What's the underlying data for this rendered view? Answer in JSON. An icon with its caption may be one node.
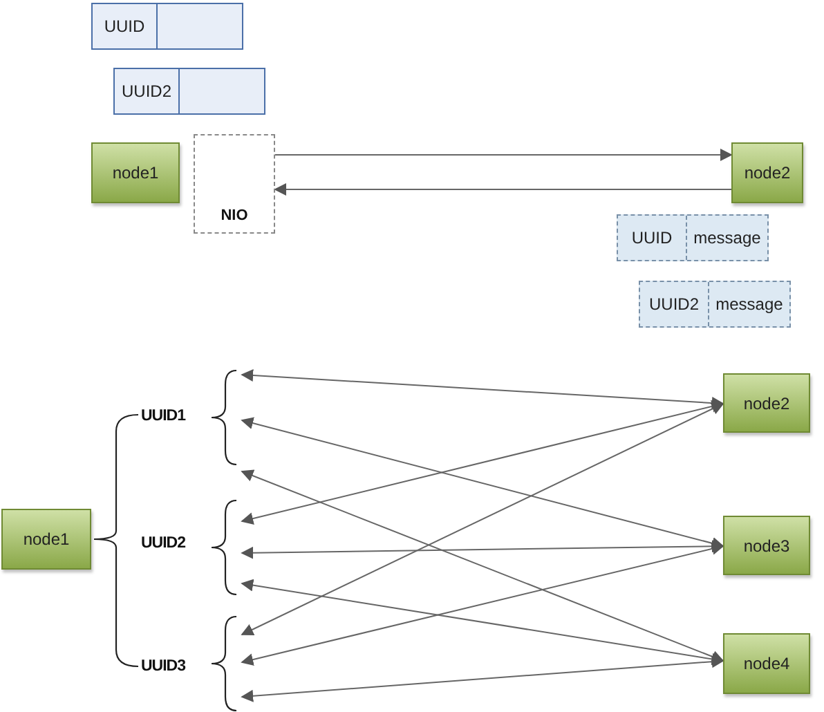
{
  "diagram": {
    "nodes": [
      {
        "text": [
          "UUID"
        ]
      },
      {
        "text": [
          "UUID2"
        ]
      },
      {
        "text": [
          "node1"
        ]
      },
      {
        "text": [
          "NIO"
        ]
      },
      {
        "text": [
          "node2"
        ]
      },
      {
        "text": [
          "UUID",
          "message"
        ]
      },
      {
        "text": [
          "UUID2",
          "message"
        ]
      },
      {
        "text": [
          "node1"
        ]
      },
      {
        "text": [
          "node2"
        ]
      },
      {
        "text": [
          "node3"
        ]
      },
      {
        "text": [
          "node4"
        ]
      },
      {
        "text": [],
        "shape": "bracket"
      },
      {
        "text": [],
        "shape": "bracket"
      },
      {
        "text": [],
        "shape": "bracket"
      }
    ],
    "edges": [
      {
        "from": 3,
        "to": 4,
        "arrow": "to"
      },
      {
        "from": 4,
        "to": 3,
        "arrow": "to"
      },
      {
        "from": 11,
        "to": 8,
        "arrow": "both"
      },
      {
        "from": 11,
        "to": 9,
        "arrow": "both"
      },
      {
        "from": 11,
        "to": 10,
        "arrow": "both"
      },
      {
        "from": 12,
        "to": 8,
        "arrow": "both"
      },
      {
        "from": 12,
        "to": 9,
        "arrow": "both"
      },
      {
        "from": 12,
        "to": 10,
        "arrow": "both"
      },
      {
        "from": 13,
        "to": 8,
        "arrow": "both"
      },
      {
        "from": 13,
        "to": 9,
        "arrow": "both"
      },
      {
        "from": 13,
        "to": 10,
        "arrow": "both"
      }
    ],
    "labels": [
      "UUID1",
      "UUID2",
      "UUID3"
    ]
  }
}
